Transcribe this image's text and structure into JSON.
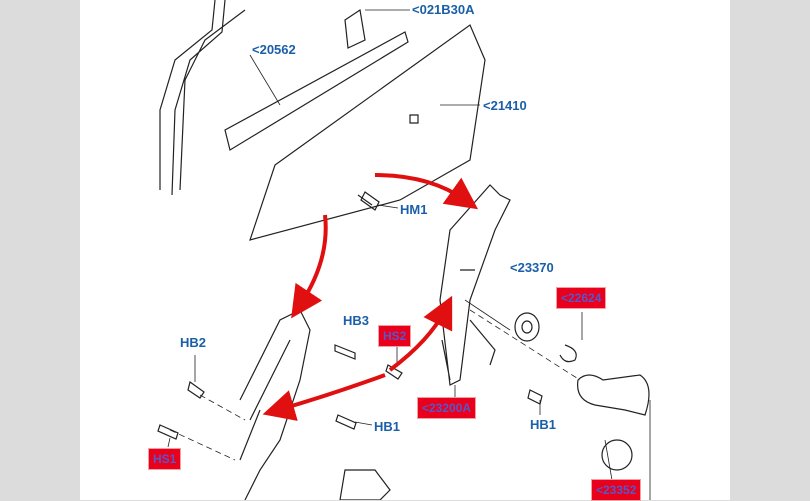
{
  "callouts": {
    "c021b30a": "<021B30A",
    "c20562": "<20562",
    "c21410": "<21410",
    "hm1": "HM1",
    "c23370": "<23370",
    "c22624": "<22624",
    "hb3": "HB3",
    "hs2": "HS2",
    "hb2": "HB2",
    "c23200a": "<23200A",
    "hb1_left": "HB1",
    "hb1_right": "HB1",
    "hs1": "HS1",
    "c23352": "<23352"
  },
  "colors": {
    "label": "#1a5fa8",
    "highlight": "#e8001c",
    "arrow": "#e01010"
  }
}
